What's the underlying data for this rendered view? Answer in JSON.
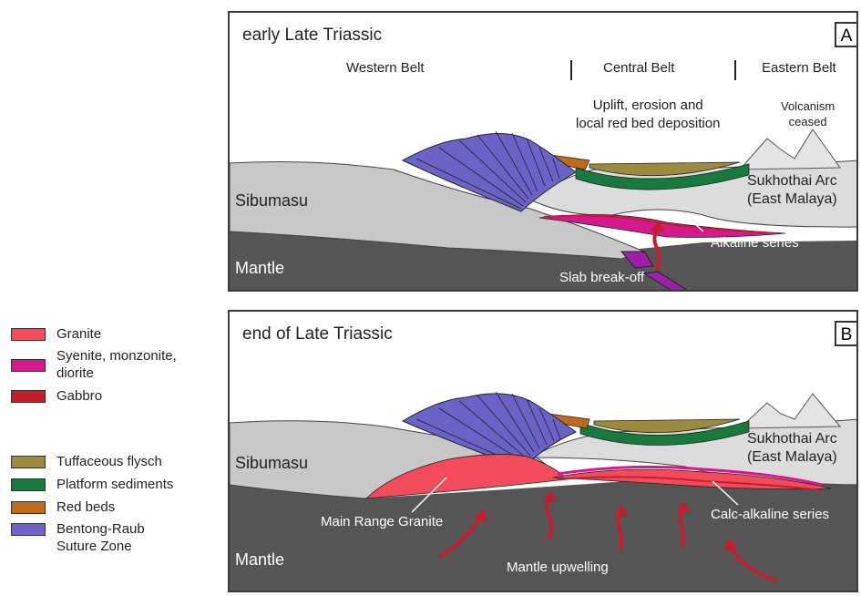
{
  "legend": {
    "items": [
      {
        "label": "Granite",
        "color": "#f24b5a"
      },
      {
        "label": "Syenite, monzonite,\ndiorite",
        "color": "#d6188e"
      },
      {
        "label": "Gabbro",
        "color": "#c41e2e"
      },
      {
        "label": "Tuffaceous flysch",
        "color": "#9c8a3e"
      },
      {
        "label": "Platform sediments",
        "color": "#177a3c"
      },
      {
        "label": "Red beds",
        "color": "#c06a1c"
      },
      {
        "label": "Bentong-Raub\nSuture Zone",
        "color": "#6b63c8"
      }
    ]
  },
  "panel_a": {
    "title": "early Late Triassic",
    "letter": "A",
    "belt_western": "Western Belt",
    "belt_central": "Central Belt",
    "belt_eastern": "Eastern Belt",
    "uplift_note": "Uplift, erosion and\nlocal red bed deposition",
    "volcanism_note": "Volcanism\nceased",
    "sibumasu": "Sibumasu",
    "arc": "Sukhothai Arc\n(East Malaya)",
    "alkaline": "Alkaline series",
    "mantle": "Mantle",
    "slab": "Slab break-off"
  },
  "panel_b": {
    "title": "end of Late Triassic",
    "letter": "B",
    "sibumasu": "Sibumasu",
    "arc": "Sukhothai Arc\n(East Malaya)",
    "main_range": "Main Range Granite",
    "calc_alkaline": "Calc-alkaline series",
    "mantle": "Mantle",
    "upwelling": "Mantle upwelling"
  },
  "colors": {
    "mantle": "#555555",
    "crust_light": "#c8c8c8",
    "arc_crust": "#d9d9d9",
    "suture": "#6b63c8",
    "platform": "#177a3c",
    "flysch": "#9c8a3e",
    "red_beds": "#c06a1c",
    "granite": "#f24b5a",
    "syenite": "#d6188e",
    "gabbro": "#c41e2e",
    "arrow": "#c41e2e"
  }
}
